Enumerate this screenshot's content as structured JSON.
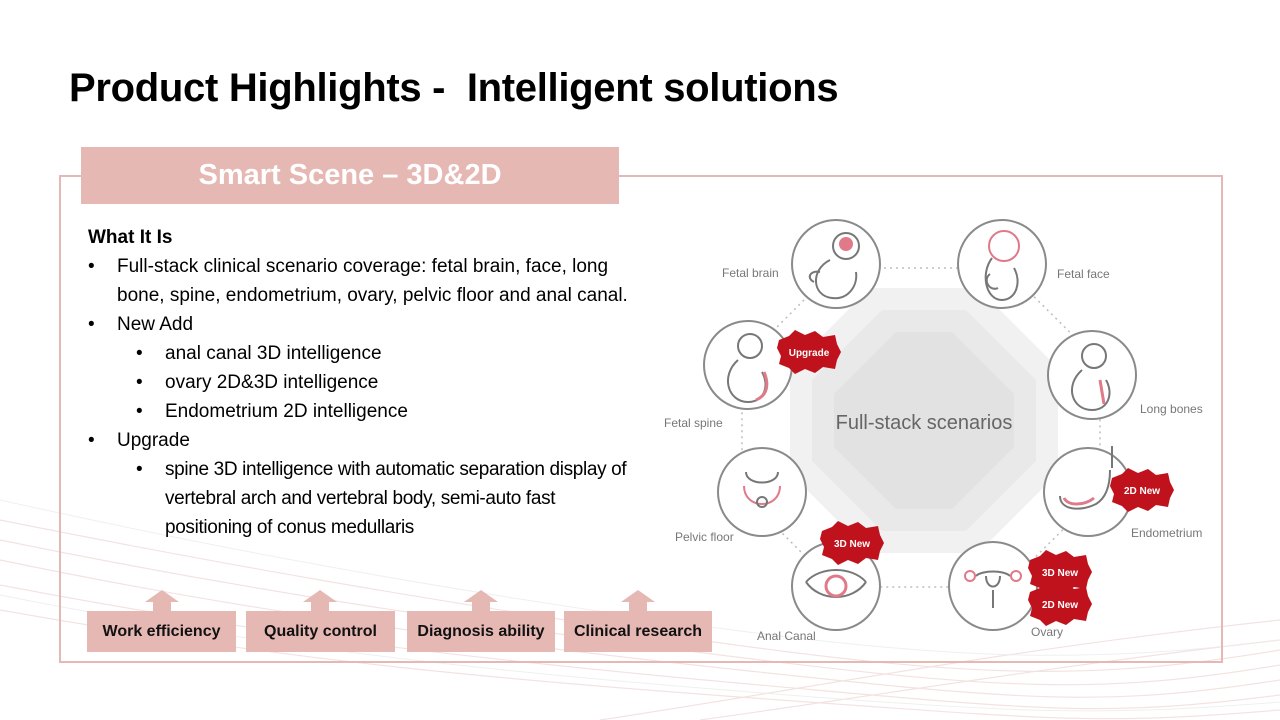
{
  "slide_title": "Product Highlights -  Intelligent solutions",
  "banner": "Smart Scene – 3D&2D",
  "what_it_is": {
    "heading": "What It Is",
    "bullet1": "Full-stack clinical scenario coverage: fetal brain, face, long bone, spine, endometrium, ovary, pelvic floor and anal canal.",
    "bullet2": "New Add",
    "new_add": [
      "anal canal 3D intelligence",
      "ovary 2D&3D intelligence",
      "Endometrium 2D intelligence"
    ],
    "bullet3": "Upgrade",
    "upgrade": [
      "spine 3D intelligence with automatic separation display of vertebral arch and vertebral body, semi-auto fast positioning of conus medullaris"
    ]
  },
  "outcomes": [
    "Work efficiency",
    "Quality control",
    "Diagnosis ability",
    "Clinical research"
  ],
  "diagram": {
    "center_label": "Full-stack scenarios",
    "scenarios": [
      "Fetal brain",
      "Fetal face",
      "Long bones",
      "Endometrium",
      "Ovary",
      "Anal Canal",
      "Pelvic floor",
      "Fetal spine"
    ],
    "badges": {
      "upgrade": "Upgrade",
      "endometrium_2d": "2D New",
      "anal_3d": "3D New",
      "ovary_3d": "3D New",
      "ovary_2d": "2D New"
    },
    "colors": {
      "accent_pink": "#e6b8b4",
      "badge_red": "#c0121c",
      "icon_line": "#777777",
      "icon_pink": "#e07a88"
    }
  }
}
